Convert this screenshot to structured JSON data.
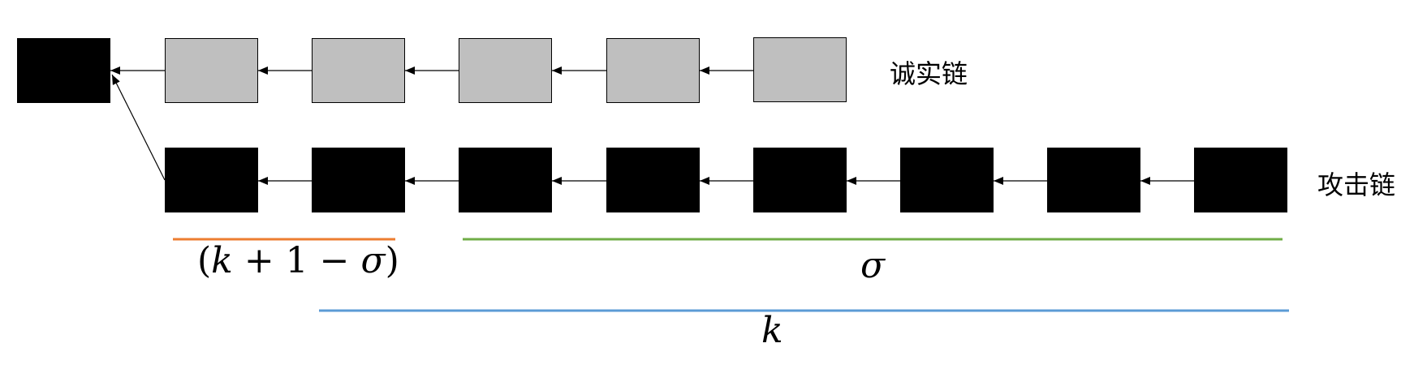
{
  "chains": {
    "honest": {
      "label": "诚实链",
      "block_count": 5
    },
    "attack": {
      "label": "攻击链",
      "block_count": 8
    }
  },
  "brackets": {
    "first": {
      "label_open": "(",
      "label_var": "k",
      "label_mid": " + 1 − ",
      "label_var2": "σ",
      "label_close": ")",
      "color": "#ed7d31"
    },
    "sigma": {
      "label": "σ",
      "color": "#70ad47"
    },
    "k": {
      "label": "k",
      "color": "#5b9bd5"
    }
  },
  "colors": {
    "honest_block_fill": "#bfbfbf",
    "attack_block_fill": "#000000",
    "genesis_block_fill": "#000000"
  }
}
